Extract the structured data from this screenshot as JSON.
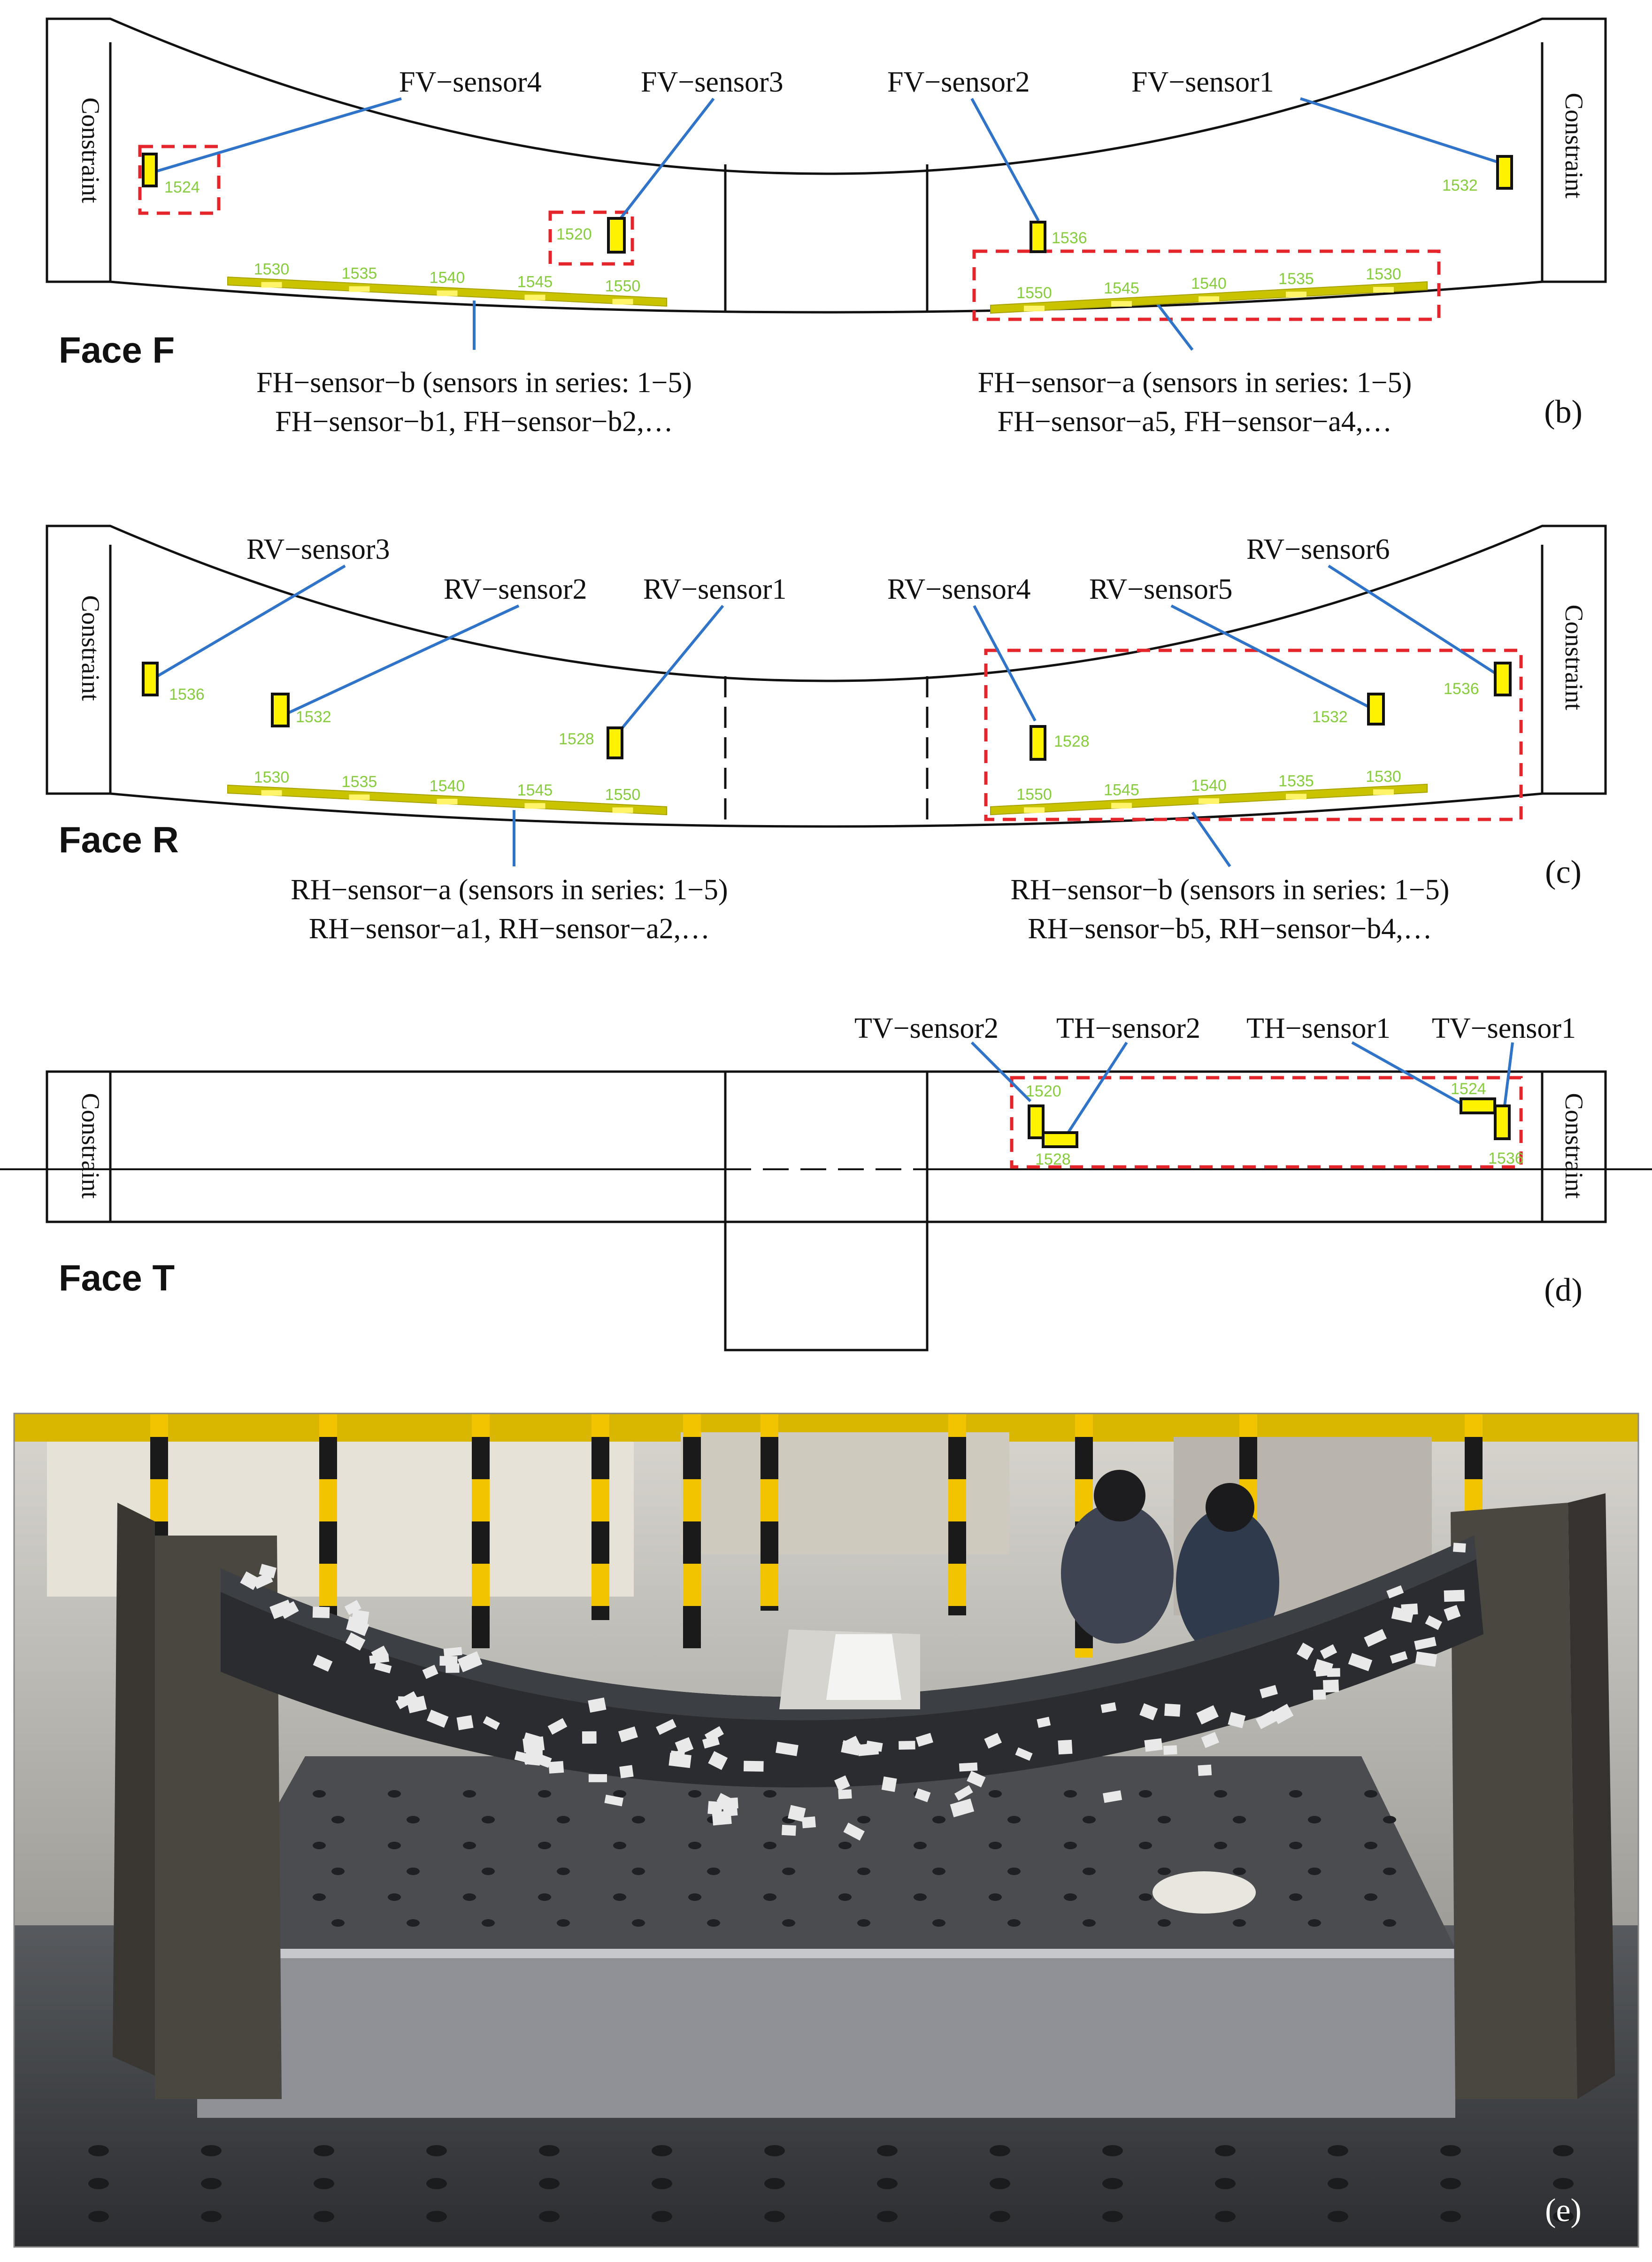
{
  "constraint_label": "Constraint",
  "faces": {
    "F": {
      "face_label": "Face F",
      "panel_label": "(b)",
      "sensor_labels": [
        "FV−sensor4",
        "FV−sensor3",
        "FV−sensor2",
        "FV−sensor1"
      ],
      "sensor_wavelengths": [
        "1524",
        "1520",
        "1536",
        "1532"
      ],
      "array_left_wavelengths": [
        "1530",
        "1535",
        "1540",
        "1545",
        "1550"
      ],
      "array_right_wavelengths": [
        "1550",
        "1545",
        "1540",
        "1535",
        "1530"
      ],
      "array_left_caption": [
        "FH−sensor−b (sensors in series: 1−5)",
        "FH−sensor−b1, FH−sensor−b2,…"
      ],
      "array_right_caption": [
        "FH−sensor−a (sensors in series: 1−5)",
        "FH−sensor−a5, FH−sensor−a4,…"
      ]
    },
    "R": {
      "face_label": "Face R",
      "panel_label": "(c)",
      "sensor_labels": [
        "RV−sensor3",
        "RV−sensor2",
        "RV−sensor1",
        "RV−sensor4",
        "RV−sensor5",
        "RV−sensor6"
      ],
      "sensor_wavelengths": [
        "1536",
        "1532",
        "1528",
        "1528",
        "1532",
        "1536"
      ],
      "array_left_wavelengths": [
        "1530",
        "1535",
        "1540",
        "1545",
        "1550"
      ],
      "array_right_wavelengths": [
        "1550",
        "1545",
        "1540",
        "1535",
        "1530"
      ],
      "array_left_caption": [
        "RH−sensor−a (sensors in series: 1−5)",
        "RH−sensor−a1, RH−sensor−a2,…"
      ],
      "array_right_caption": [
        "RH−sensor−b (sensors in series: 1−5)",
        "RH−sensor−b5, RH−sensor−b4,…"
      ]
    },
    "T": {
      "face_label": "Face T",
      "panel_label": "(d)",
      "sensor_labels": [
        "TV−sensor2",
        "TH−sensor2",
        "TH−sensor1",
        "TV−sensor1"
      ],
      "sensor_wavelengths": [
        "1520",
        "1528",
        "1524",
        "1536"
      ]
    }
  },
  "photo": {
    "panel_label": "(e)",
    "colors": {
      "floor": "#3b3d40",
      "beam": "#2a2c30",
      "tag": "#e9e9ea",
      "pillar_black": "#1a1a1a",
      "pillar_yellow": "#f2c400",
      "support": "#4a4640",
      "background": "#c9c6bf"
    }
  }
}
